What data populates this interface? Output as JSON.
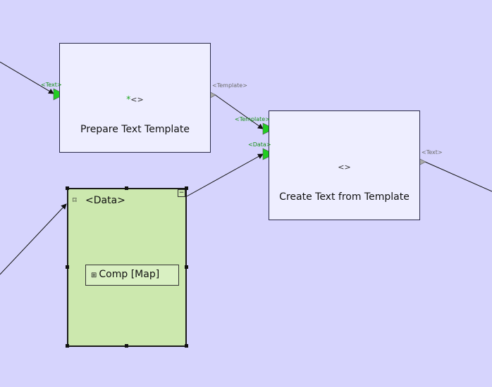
{
  "nodes": {
    "prepare": {
      "title": "Prepare Text Template",
      "icon": "<>",
      "icon_marker": "*",
      "inputs": [
        "<Text>"
      ],
      "outputs": [
        "<Template>"
      ]
    },
    "create": {
      "title": "Create Text from Template",
      "icon": "<>",
      "inputs": [
        "<Template>",
        "<Data>"
      ],
      "outputs": [
        "<Text>"
      ]
    }
  },
  "group": {
    "title": "<Data>",
    "icon": "⌑",
    "collapse_label": "−",
    "component": {
      "icon": "⊞",
      "label": "Comp [Map]"
    }
  },
  "colors": {
    "canvas": "#d6d4fd",
    "node_fill": "#eeeeff",
    "group_fill": "#cce8ae",
    "input_port": "#22cc22",
    "output_port": "#aaaaaa"
  }
}
